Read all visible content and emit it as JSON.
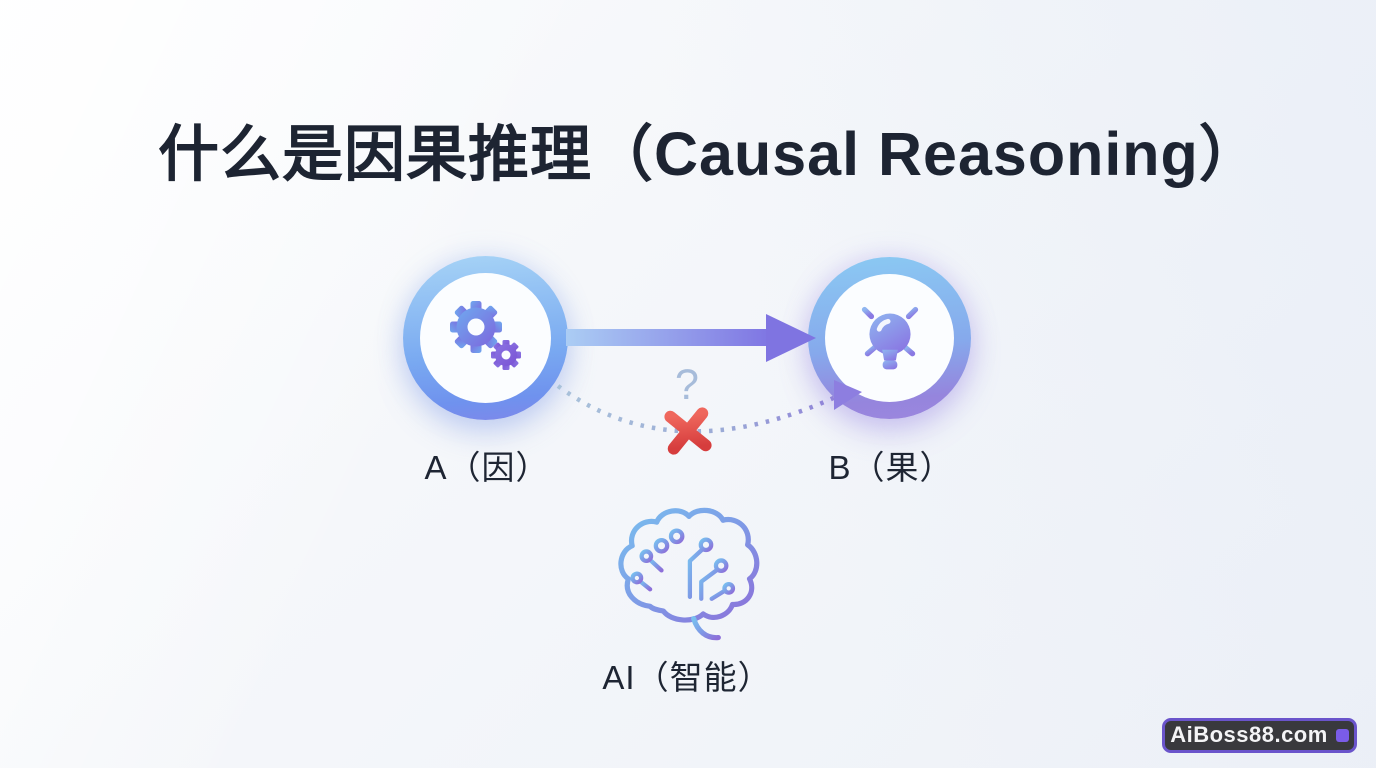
{
  "slide": {
    "title": "什么是因果推理（Causal Reasoning）",
    "nodes": {
      "cause": {
        "label": "A（因）",
        "icon": "gears-icon"
      },
      "effect": {
        "label": "B（果）",
        "icon": "lightbulb-icon"
      },
      "ai": {
        "label": "AI（智能）",
        "icon": "brain-circuit-icon"
      }
    },
    "annotations": {
      "question_mark": "?",
      "blocked_icon": "cross-icon",
      "solid_arrow": "cause-to-effect-arrow",
      "dotted_arrow": "uncertain-correlation-arc"
    },
    "watermark": {
      "text": "AiBoss88.com",
      "icon": "watermark-square-icon"
    },
    "colors": {
      "title_text": "#1d2432",
      "accent_blue": "#7fb0ee",
      "accent_purple": "#8b7ae4",
      "ring_blue_top": "#a7d4f6",
      "ring_purple_bottom": "#9c86de",
      "cross_red": "#e24c4c",
      "dotted_line": "#9fb5d6",
      "question_gray": "#a7bcda",
      "watermark_bg": "#39393d",
      "watermark_border": "#6a54cb",
      "background": "#f4f7fa"
    }
  }
}
